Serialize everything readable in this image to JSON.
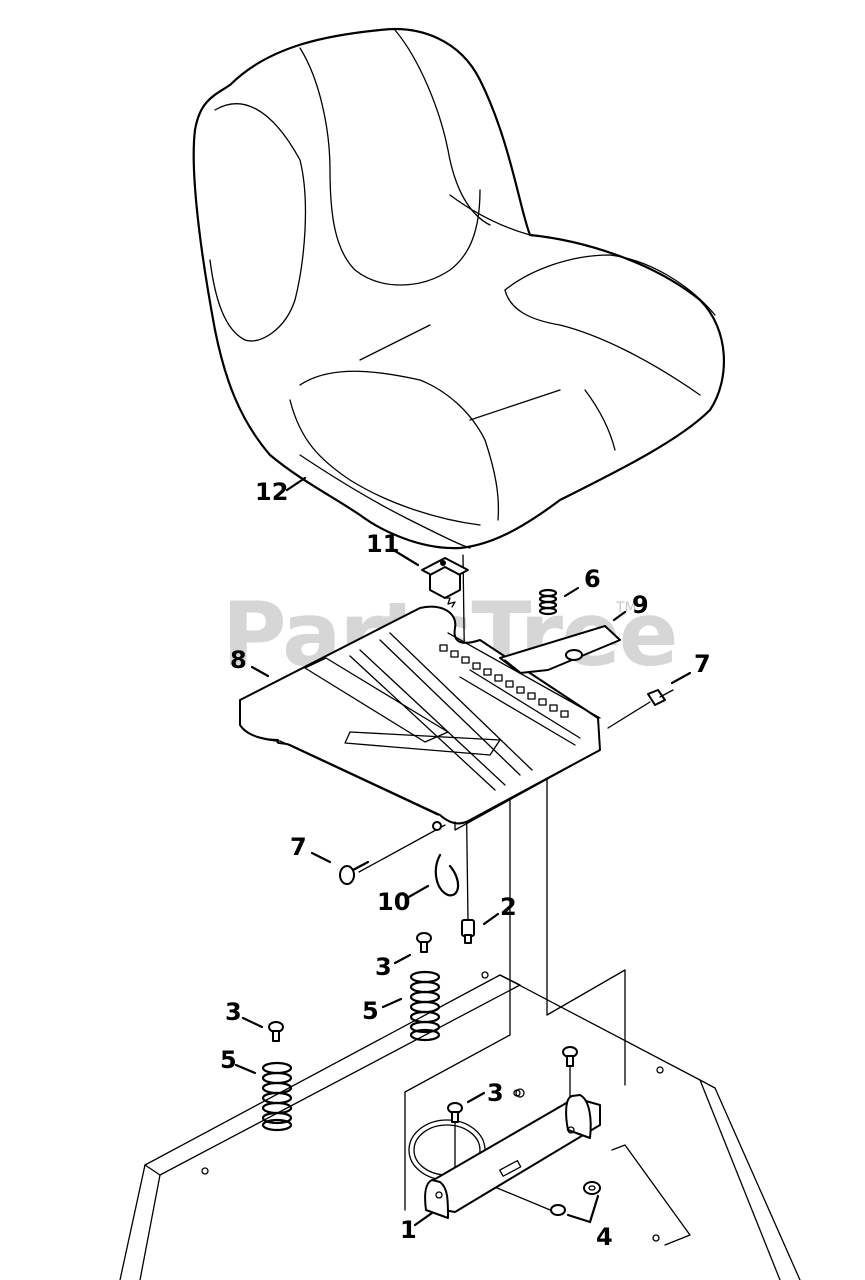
{
  "watermark": {
    "text": "PartsTree",
    "trademark": "TM"
  },
  "callouts": [
    {
      "id": "c12",
      "label": "12"
    },
    {
      "id": "c11",
      "label": "11"
    },
    {
      "id": "c6",
      "label": "6"
    },
    {
      "id": "c9",
      "label": "9"
    },
    {
      "id": "c8",
      "label": "8"
    },
    {
      "id": "c7a",
      "label": "7"
    },
    {
      "id": "c7b",
      "label": "7"
    },
    {
      "id": "c10",
      "label": "10"
    },
    {
      "id": "c2",
      "label": "2"
    },
    {
      "id": "c3a",
      "label": "3"
    },
    {
      "id": "c5a",
      "label": "5"
    },
    {
      "id": "c3b",
      "label": "3"
    },
    {
      "id": "c5b",
      "label": "5"
    },
    {
      "id": "c3c",
      "label": "3"
    },
    {
      "id": "c1",
      "label": "1"
    },
    {
      "id": "c4",
      "label": "4"
    }
  ]
}
